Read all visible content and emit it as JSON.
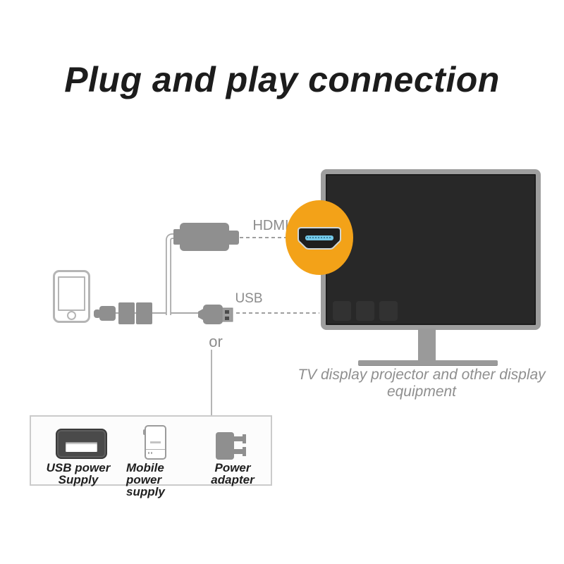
{
  "title": "Plug and play connection",
  "connections": {
    "hdmi_label": "HDMI",
    "usb_label": "USB",
    "or_label": "or"
  },
  "tv": {
    "caption": "TV display projector and other display equipment"
  },
  "power_box": {
    "options": [
      {
        "icon": "usb-port-icon",
        "label": "USB power Supply"
      },
      {
        "icon": "power-bank-icon",
        "label": "Mobile power supply"
      },
      {
        "icon": "power-adapter-icon",
        "label": "Power adapter"
      }
    ]
  },
  "colors": {
    "highlight_orange": "#F3A218",
    "hdmi_pins_blue": "#74C8E8",
    "tv_frame_gray": "#9E9E9E",
    "tv_screen_black": "#282828",
    "connector_gray": "#8F8F8F",
    "label_gray": "#8C8C8C"
  }
}
